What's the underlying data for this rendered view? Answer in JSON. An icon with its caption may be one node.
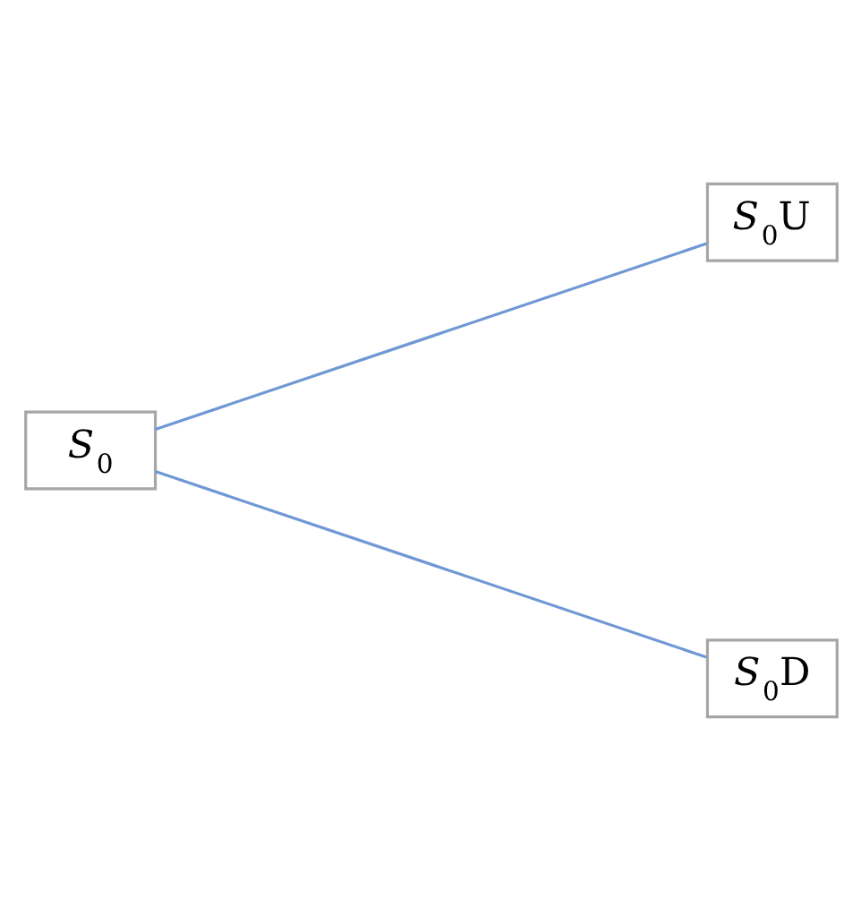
{
  "diagram": {
    "nodes": [
      {
        "text": [
          "*S*$_{0}$"
        ]
      },
      {
        "text": [
          "*S*$_{0}$U"
        ]
      },
      {
        "text": [
          "*S*$_{0}$D"
        ]
      }
    ],
    "edges": [
      {
        "from": 0,
        "to": 1,
        "arrow": "none"
      },
      {
        "from": 0,
        "to": 2,
        "arrow": "none"
      }
    ]
  }
}
